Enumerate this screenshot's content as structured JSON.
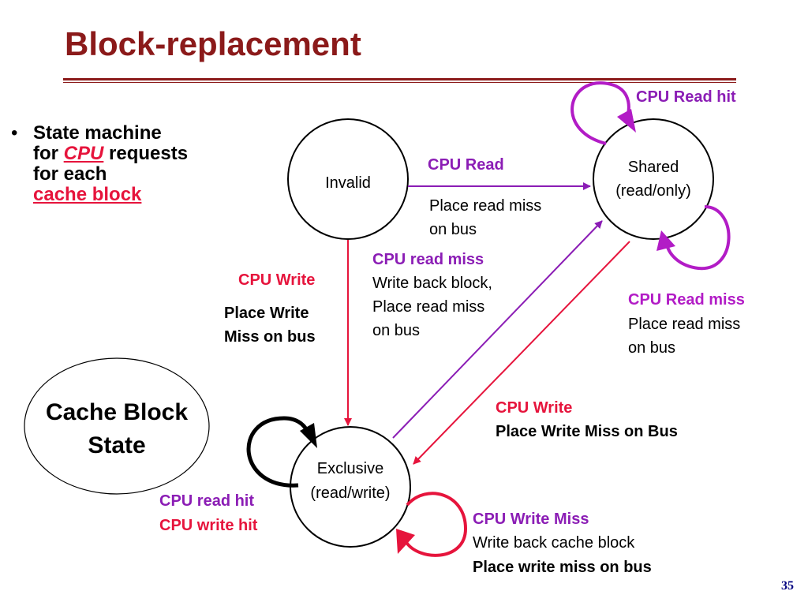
{
  "title": "Block-replacement",
  "bullet": {
    "line1": "State machine",
    "line2_pre": "for ",
    "line2_cpu": "CPU",
    "line2_post": " requests",
    "line3": "for each",
    "line4": "cache block"
  },
  "states": {
    "invalid": "Invalid",
    "shared_l1": "Shared",
    "shared_l2": "(read/only)",
    "exclusive_l1": "Exclusive",
    "exclusive_l2": "(read/write)",
    "legend_l1": "Cache Block",
    "legend_l2": "State"
  },
  "transitions": {
    "invalid_to_shared": {
      "event": "CPU Read",
      "action_l1": "Place read miss",
      "action_l2": "on bus"
    },
    "shared_self_hit": {
      "event": "CPU Read hit"
    },
    "shared_self_miss": {
      "event": "CPU Read miss",
      "action_l1": "Place read miss",
      "action_l2": "on bus"
    },
    "invalid_to_exclusive": {
      "event": "CPU Write",
      "action_l1": "Place Write",
      "action_l2": "Miss on bus"
    },
    "exclusive_to_shared": {
      "event": "CPU read miss",
      "action_l1": "Write back block,",
      "action_l2": "Place read miss",
      "action_l3": "on bus"
    },
    "shared_to_exclusive": {
      "event": "CPU Write",
      "action": "Place Write Miss on Bus"
    },
    "exclusive_self_hit": {
      "event_l1": "CPU read hit",
      "event_l2": "CPU write hit"
    },
    "exclusive_self_miss": {
      "event": "CPU Write Miss",
      "action_l1": "Write back cache block",
      "action_l2": "Place write miss on bus"
    }
  },
  "page_number": "35",
  "colors": {
    "title": "#8b1a1a",
    "bullet_accent": "#e6143c",
    "purple": "#8b1db5",
    "magenta": "#b21cc6",
    "red": "#e6143c",
    "page_number": "#000080"
  }
}
